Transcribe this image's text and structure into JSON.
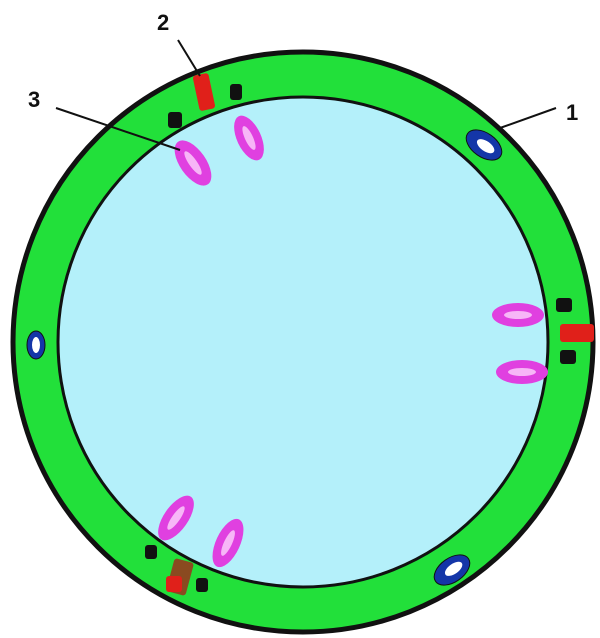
{
  "labels": {
    "one": "1",
    "two": "2",
    "three": "3"
  },
  "colors": {
    "background": "#ffffff",
    "wall": "#22e03a",
    "outline": "#111111",
    "interior": "#b4f0fa",
    "vesicle": "#e040e0",
    "vesicle_core": "#f7b6f7",
    "channel_red": "#e0201a",
    "channel_brown": "#8a4a20",
    "blue_body": "#1436a8",
    "blue_core": "#ffffff",
    "pointer_line": "#111111"
  },
  "icons": {
    "cell": "circular-cell",
    "vesicle": "pink-vesicle",
    "channel": "red-pore",
    "granule": "blue-granule"
  }
}
